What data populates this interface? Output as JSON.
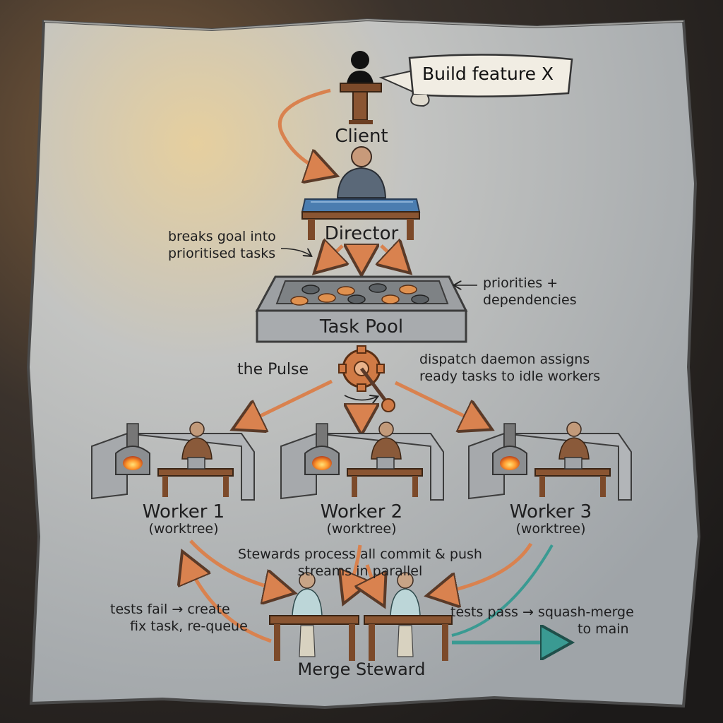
{
  "speech_bubble": {
    "text": "Build feature X"
  },
  "nodes": {
    "client": "Client",
    "director": "Director",
    "task_pool": "Task Pool",
    "pulse": "the Pulse",
    "merge_steward": "Merge Steward"
  },
  "workers": [
    {
      "name": "Worker 1",
      "sub": "(worktree)"
    },
    {
      "name": "Worker 2",
      "sub": "(worktree)"
    },
    {
      "name": "Worker 3",
      "sub": "(worktree)"
    }
  ],
  "annotations": {
    "director_note_line1": "breaks goal into",
    "director_note_line2": "prioritised tasks",
    "pool_note_line1": "priorities +",
    "pool_note_line2": "dependencies",
    "pulse_note_line1": "dispatch daemon assigns",
    "pulse_note_line2": "ready tasks to idle workers",
    "steward_note_line1": "Stewards process all commit & push",
    "steward_note_line2": "streams in parallel",
    "fail_line1": "tests fail → create",
    "fail_line2": "fix task, re-queue",
    "pass_line1": "tests pass → squash-merge",
    "pass_line2": "to main"
  },
  "colors": {
    "orange_arrow": "#d9824f",
    "teal_arrow": "#3a9a92",
    "slab": "#b4b8bb",
    "ink": "#1e1e1f"
  }
}
